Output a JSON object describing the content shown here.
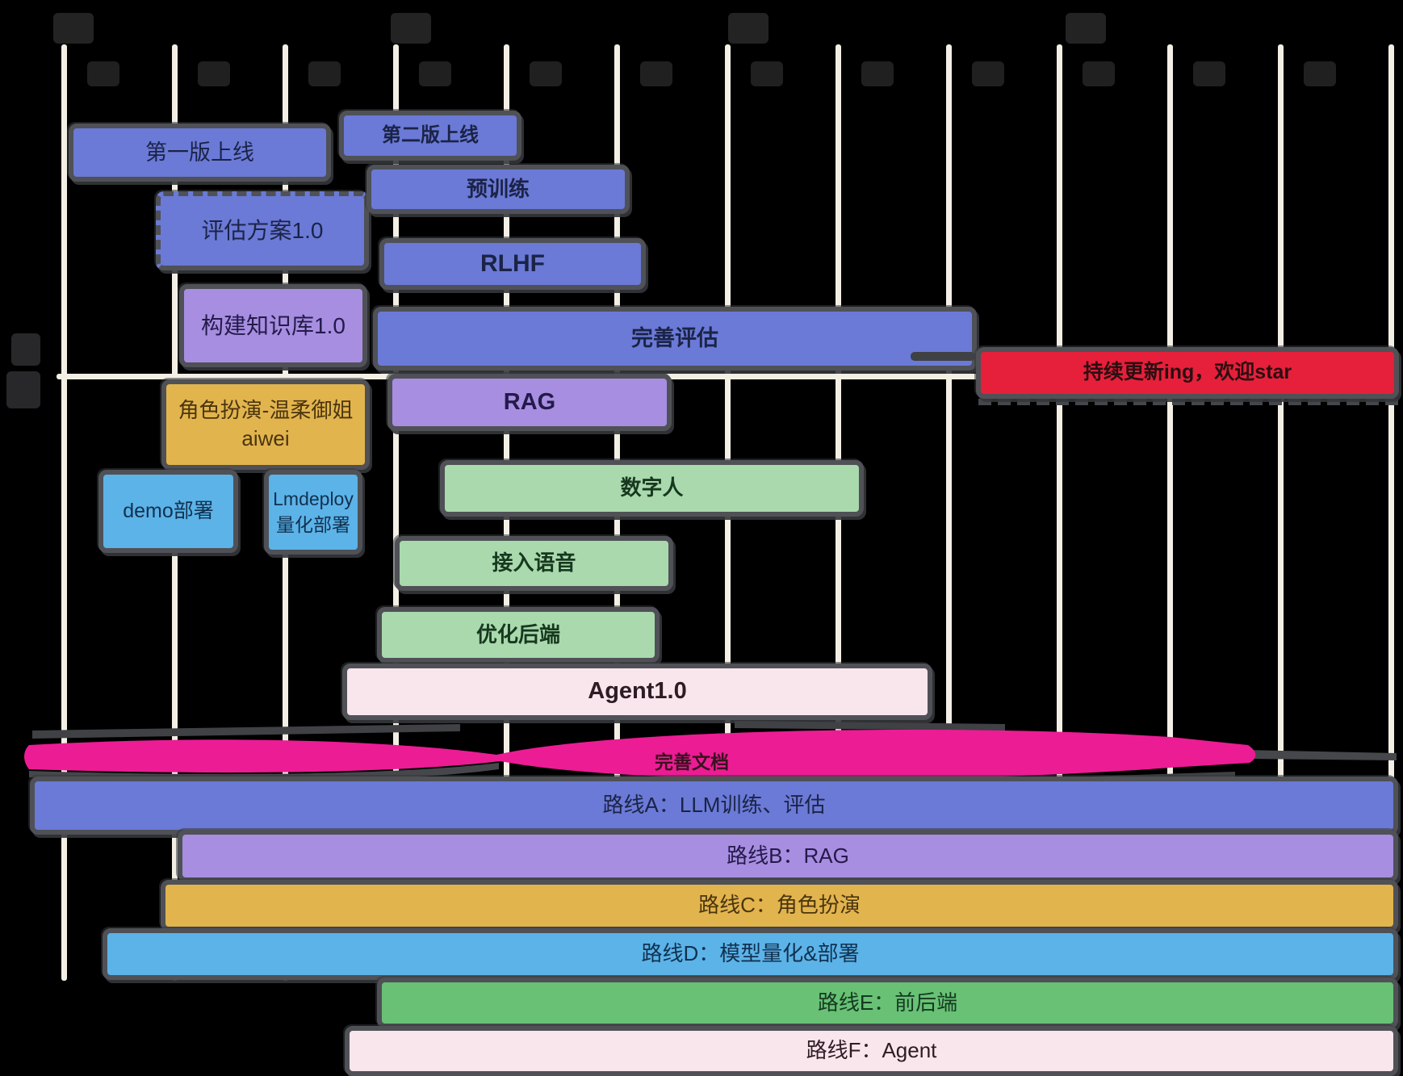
{
  "chart_type": "gantt-roadmap",
  "palette": {
    "background": "#000000",
    "grid_line": "#f3efe5",
    "bar_border": "#4f5156",
    "blue": "#6b7ad6",
    "purple": "#a78ee1",
    "gold": "#e2b44e",
    "sky": "#5cb3e8",
    "light_green": "#a9d9ad",
    "green": "#68c175",
    "pink": "#f8e6ec",
    "red": "#e6203a",
    "magenta": "#ec1c94"
  },
  "axis": {
    "tick_labels_legible": false,
    "month_mark_count": 4,
    "week_mark_count": 12,
    "left_vertical_mark_count": 2
  },
  "tasks": {
    "first_release": {
      "label": "第一版上线"
    },
    "eval_plan": {
      "label": "评估方案1.0"
    },
    "knowledge_base": {
      "label": "构建知识库1.0"
    },
    "roleplay": {
      "label": "角色扮演-温柔御姐",
      "label2": "aiwei"
    },
    "demo_deploy": {
      "label": "demo部署"
    },
    "lmdeploy": {
      "label": "Lmdeploy",
      "label2": "量化部署"
    },
    "second_release": {
      "label": "第二版上线"
    },
    "pretrain": {
      "label": "预训练"
    },
    "rlhf": {
      "label": "RLHF"
    },
    "improve_eval": {
      "label": "完善评估"
    },
    "rag": {
      "label": "RAG"
    },
    "digital_human": {
      "label": "数字人"
    },
    "voice": {
      "label": "接入语音"
    },
    "backend_opt": {
      "label": "优化后端"
    },
    "agent": {
      "label": "Agent1.0"
    }
  },
  "banners": {
    "update": {
      "label": "持续更新ing，欢迎star"
    },
    "docs": {
      "label": "完善文档"
    }
  },
  "routes": {
    "a": {
      "label": "路线A：LLM训练、评估"
    },
    "b": {
      "label": "路线B：RAG"
    },
    "c": {
      "label": "路线C：角色扮演"
    },
    "d": {
      "label": "路线D：模型量化&部署"
    },
    "e": {
      "label": "路线E：前后端"
    },
    "f": {
      "label": "路线F：Agent"
    }
  }
}
